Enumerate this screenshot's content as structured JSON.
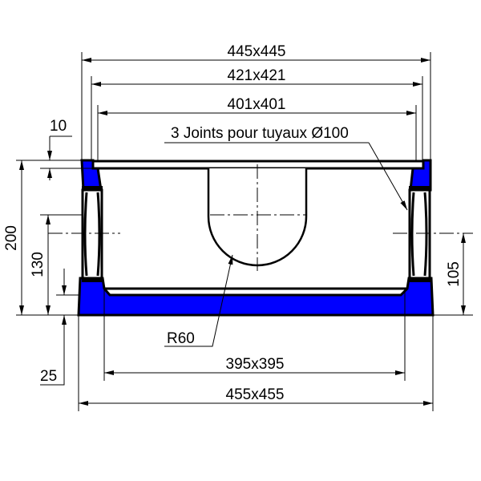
{
  "colors": {
    "body": "#0000ff",
    "line": "#000000"
  },
  "dimensions": {
    "outer_top": "445x445",
    "inner_top": "421x421",
    "lid": "401x401",
    "bottom_inner": "395x395",
    "bottom_outer": "455x455",
    "lid_thickness": "10",
    "height": "200",
    "pipe_axis": "130",
    "floor": "25",
    "right_axis": "105",
    "radius": "R60"
  },
  "annotation": "3 Joints pour tuyaux Ø100"
}
